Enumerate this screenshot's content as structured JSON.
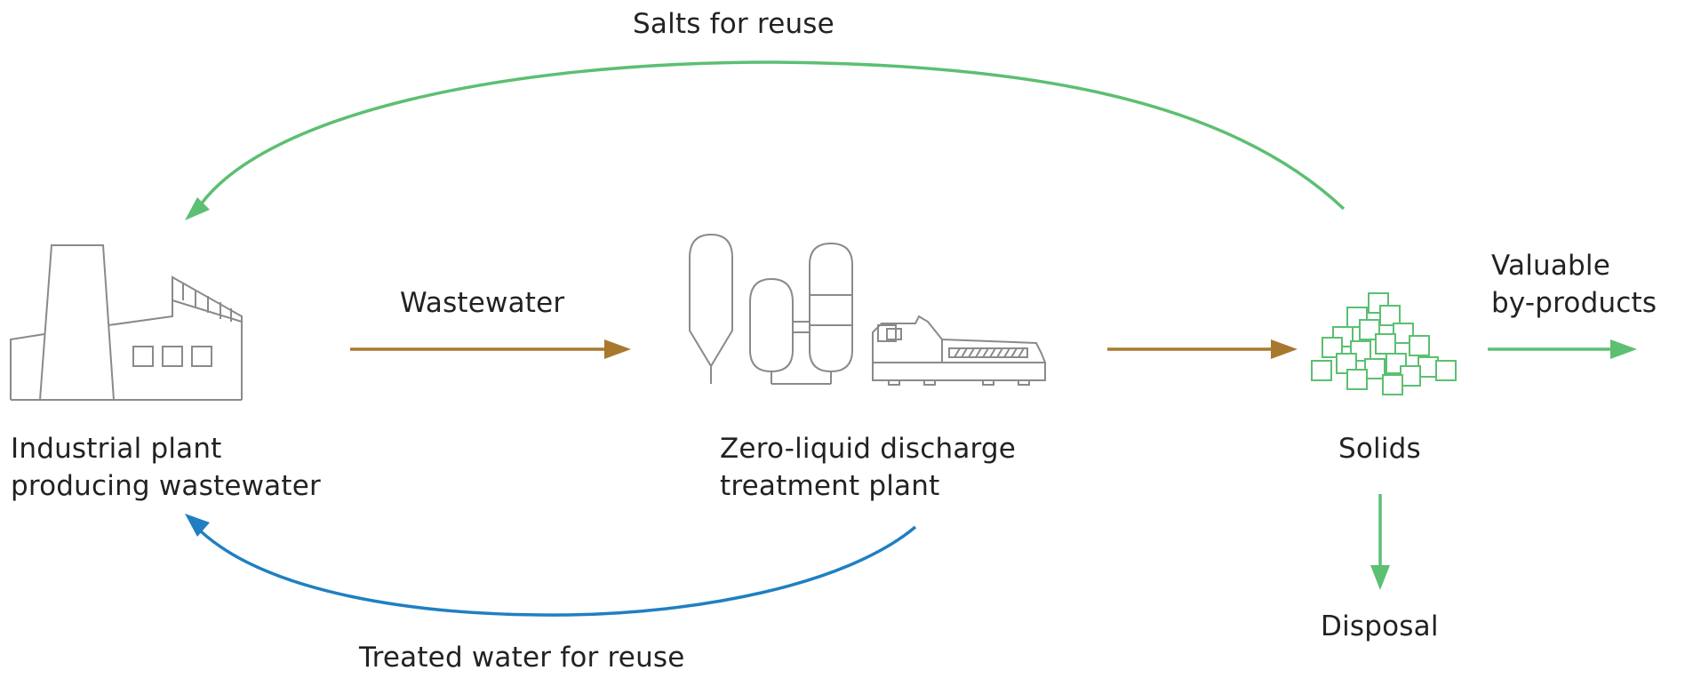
{
  "labels": {
    "salts": "Salts for reuse",
    "wastewater": "Wastewater",
    "industrial_line1": "Industrial plant",
    "industrial_line2": "producing wastewater",
    "zld_line1": "Zero-liquid discharge",
    "zld_line2": "treatment plant",
    "solids": "Solids",
    "valuable_line1": "Valuable",
    "valuable_line2": "by-products",
    "disposal": "Disposal",
    "treated": "Treated water for reuse"
  },
  "colors": {
    "green": "#5cbf72",
    "brown": "#a8782f",
    "blue": "#1f7fc2",
    "outline": "#8a8a8a",
    "text": "#222222"
  },
  "icons": {
    "factory": "factory-icon",
    "zld": "zld-equipment-icon",
    "solids": "solids-crystals-icon"
  }
}
